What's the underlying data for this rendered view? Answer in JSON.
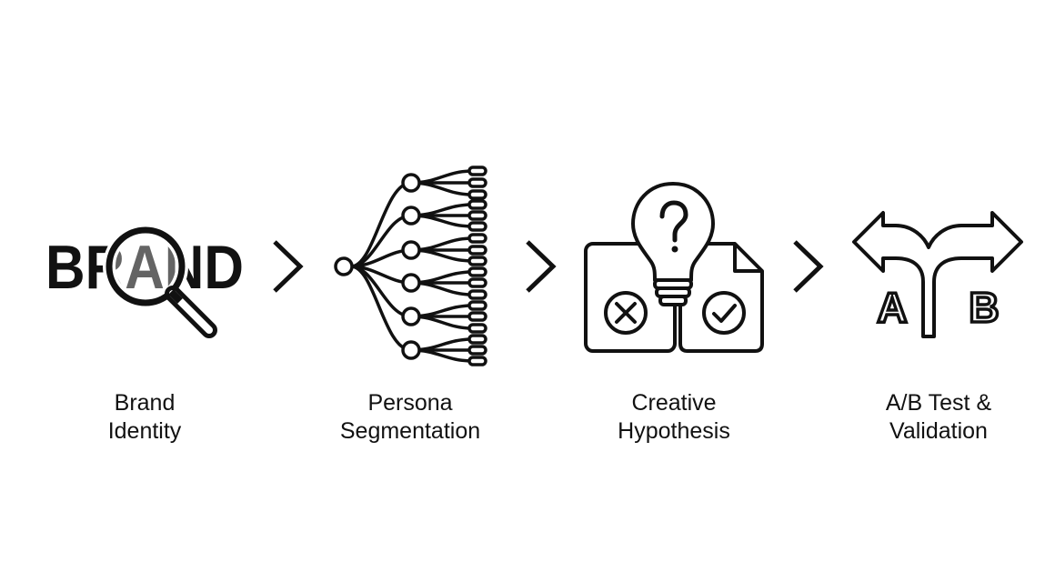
{
  "steps": [
    {
      "label_line1": "Brand",
      "label_line2": "Identity",
      "icon": "brand-magnifier-icon",
      "icon_text": "BRAND"
    },
    {
      "label_line1": "Persona",
      "label_line2": "Segmentation",
      "icon": "persona-tree-icon"
    },
    {
      "label_line1": "Creative",
      "label_line2": "Hypothesis",
      "icon": "lightbulb-documents-icon"
    },
    {
      "label_line1": "A/B Test &",
      "label_line2": "Validation",
      "icon": "split-arrow-ab-icon",
      "icon_letter_a": "A",
      "icon_letter_b": "B"
    }
  ],
  "connector_icon": "chevron-right-icon",
  "colors": {
    "ink": "#111111",
    "background": "#ffffff"
  }
}
